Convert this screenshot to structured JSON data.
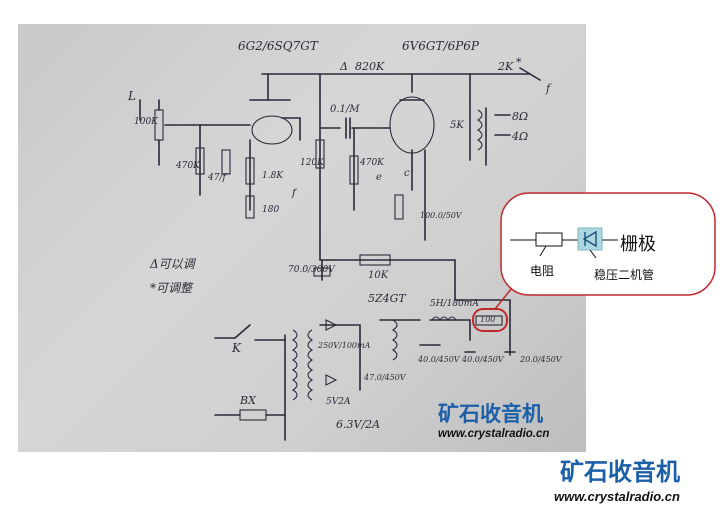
{
  "schematic": {
    "tube_left": "6G2/6SQ7GT",
    "tube_right": "6V6GT/6P6P",
    "r_plate_left": "820K",
    "r_plate_prefix": "Δ",
    "c_coupling": "0.1/M",
    "r_bias": "470K",
    "r_1k8": "1.8K",
    "r_180": "180",
    "r_470k_a": "470K",
    "c_47": "47/f",
    "r_120k": "120K",
    "pot_label": "100K",
    "input_label": "L",
    "out_trans_primary": "5K",
    "r_feedback": "2K",
    "feedback_mark": "*",
    "ohm8": "8Ω",
    "ohm4": "4Ω",
    "cathode_e": "e",
    "cathode_c": "c",
    "c_100": "100.0/50V",
    "r_10k": "10K",
    "c_70": "70.0/300V",
    "rect_tube": "5Z4GT",
    "choke": "5H/180mA",
    "r_100": "100",
    "c_filter1": "40.0/450V",
    "c_filter2": "40.0/450V",
    "c_filter3": "20.0/450V",
    "trans_hv": "250V/100mA",
    "c_small": "47.0/450V",
    "trans_5v": "5V2A",
    "trans_63": "6.3V/2A",
    "switch_k": "K",
    "fuse": "BX",
    "note_line1": "Δ可以调",
    "note_line2": "*可调整",
    "f_right": "f",
    "f_left": "f"
  },
  "callout": {
    "resistor_label": "电阻",
    "grid_label": "栅极",
    "zener_label": "稳压二机管"
  },
  "watermark": {
    "title": "矿石收音机",
    "url": "www.crystalradio.cn"
  },
  "colors": {
    "brand_blue": "#1b5fa8",
    "callout_red": "#c0282c",
    "zener_fill": "#a9d8e0"
  }
}
